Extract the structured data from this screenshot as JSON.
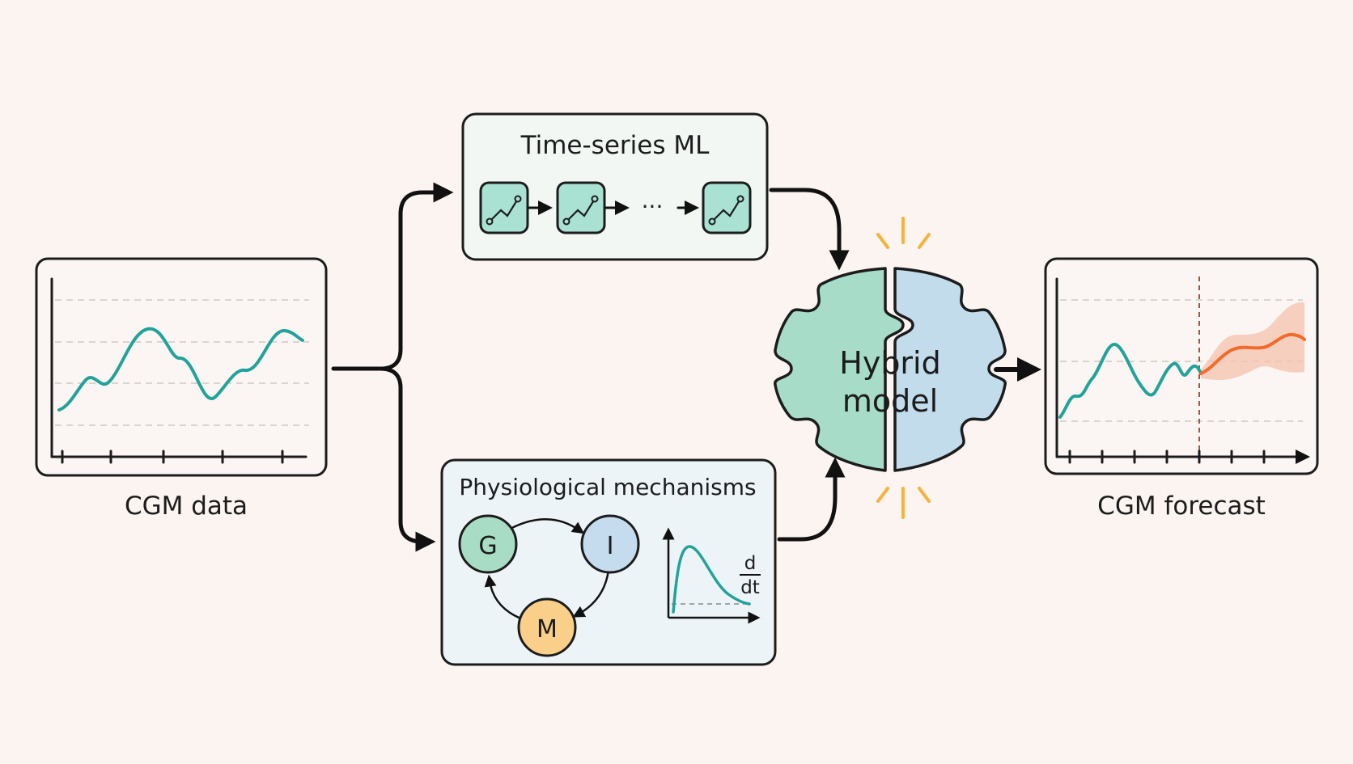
{
  "input_label": "CGM data",
  "ml_title": "Time-series ML",
  "ml_ellipsis": "···",
  "physio_title": "Physiological mechanisms",
  "nodes": {
    "g": "G",
    "i": "I",
    "m": "M"
  },
  "derivative": {
    "numerator": "d",
    "denominator": "dt"
  },
  "hybrid": {
    "line1": "Hybrid",
    "line2": "model"
  },
  "output_label": "CGM forecast",
  "colors": {
    "teal": "#22a39a",
    "orange": "#f26b2a",
    "forecast_band": "#f6c2ad",
    "ml_block_fill": "#a9e1d3",
    "puzzle_left": "#a6dcc8",
    "puzzle_right": "#c2dcec",
    "node_g": "#a9dcc4",
    "node_i": "#c4dced",
    "node_m": "#f9cf8a",
    "spark": "#f4b43c"
  }
}
